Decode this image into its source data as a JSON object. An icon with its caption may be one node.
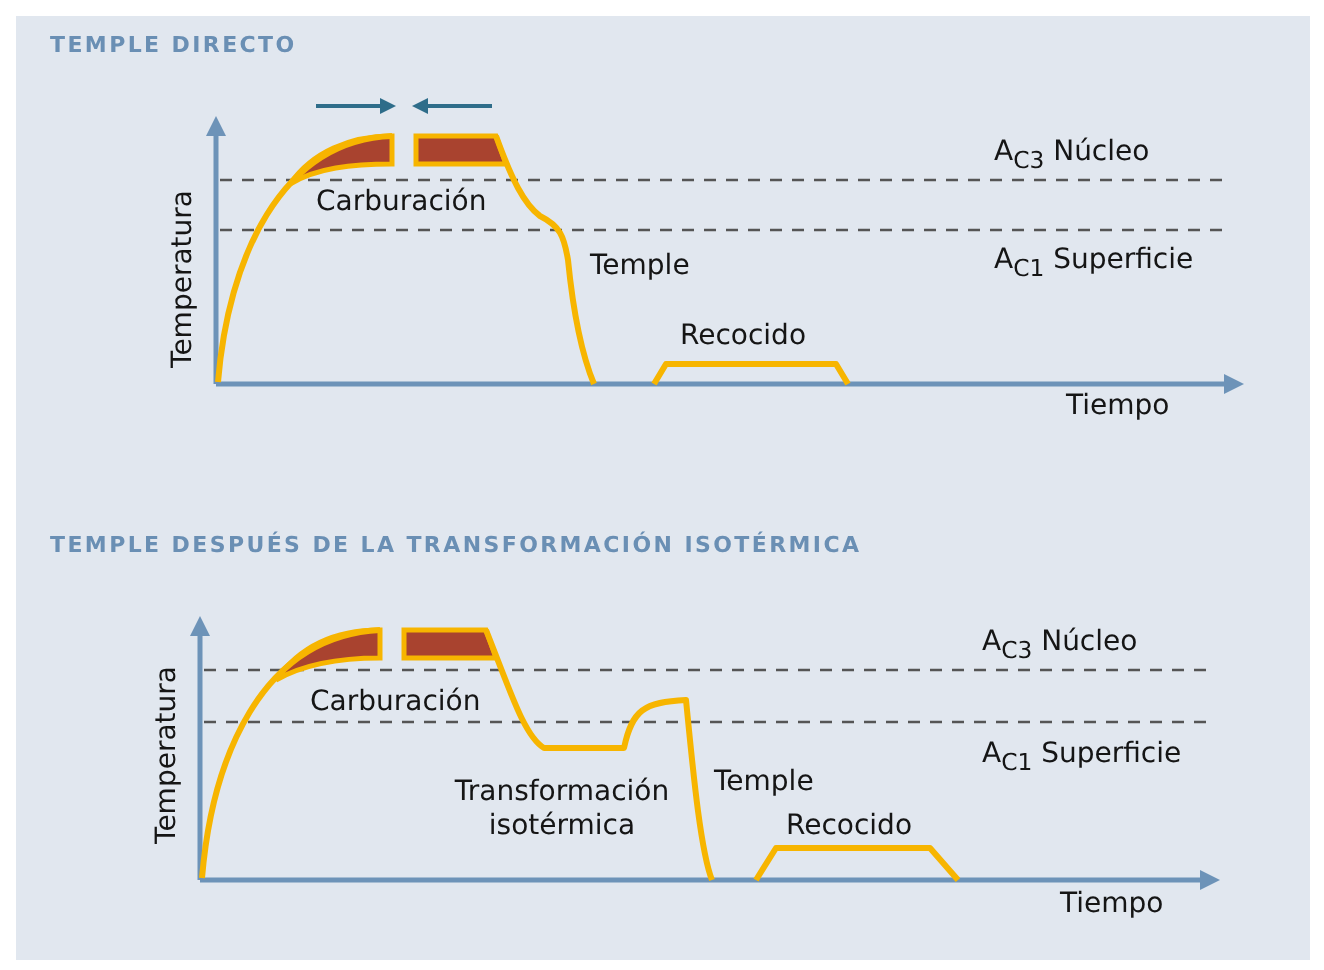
{
  "diagram": {
    "labels": [
      "TEMPLE DIRECTO",
      "A$_{C3}$ Núcleo",
      "Carburación",
      "Temperatura",
      "Temple",
      "A$_{C1}$ Superficie",
      "Recocido",
      "Tiempo",
      "TEMPLE DESPUÉS DE LA TRANSFORMACIÓN ISOTÉRMICA",
      "A$_{C3}$ Núcleo",
      "Carburación",
      "Temperatura",
      "A$_{C1}$ Superficie",
      "Temple",
      "Transformación isotérmica",
      "Recocido",
      "Tiempo"
    ]
  }
}
